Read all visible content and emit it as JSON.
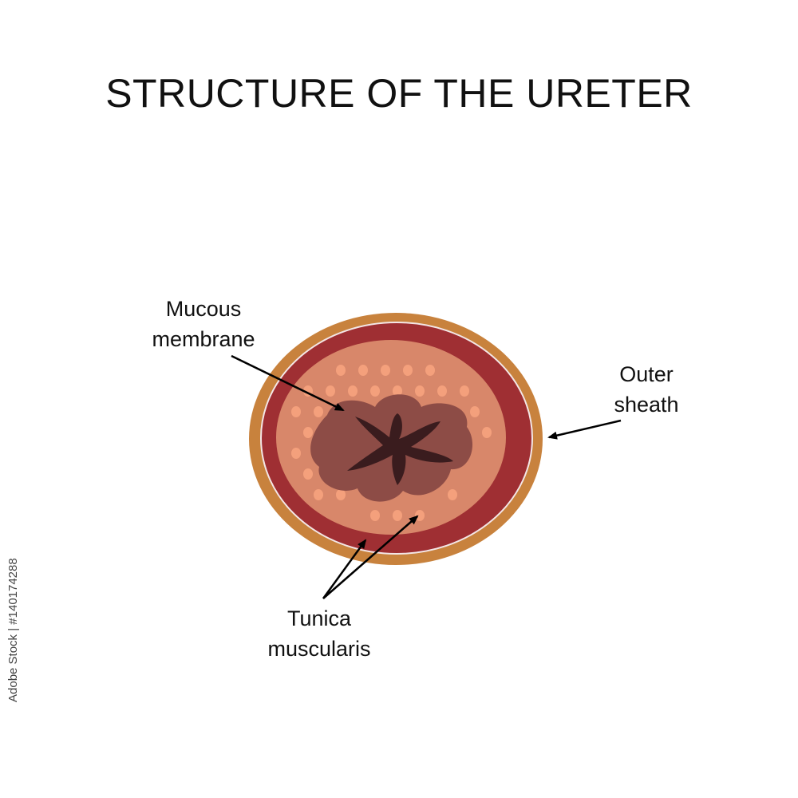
{
  "title": "STRUCTURE OF THE URETER",
  "labels": {
    "mucous": [
      "Mucous",
      "membrane"
    ],
    "outer": [
      "Outer",
      "sheath"
    ],
    "tunica": [
      "Tunica",
      "muscularis"
    ]
  },
  "stock_id": "Adobe Stock | #140174288",
  "colors": {
    "outer_sheath": "#c8823d",
    "muscle_outer": "#9f2f33",
    "muscle_inner": "#d8876a",
    "dots": "#f4a07c",
    "mucosa": "#8d4c46",
    "lumen": "#3a1c1e"
  }
}
